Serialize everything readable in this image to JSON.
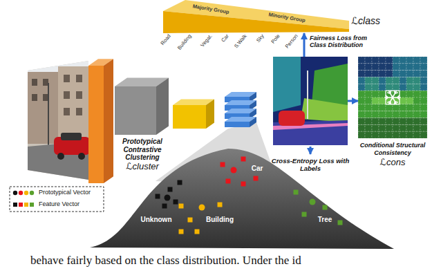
{
  "diagram": {
    "nodes": [
      {
        "text": [
          "Majority Group",
          "Minority Group"
        ]
      },
      {
        "text": [
          "Cross-Entropy Loss with Labels"
        ]
      },
      {
        "text": [
          "Conditional Structural Consistency",
          "ℒcons"
        ]
      },
      {
        "text": [
          "Unknown",
          "Car",
          "Building",
          "Tree"
        ]
      }
    ],
    "edges": [
      {
        "from": 1,
        "to": 0,
        "arrow": "to"
      },
      {
        "from": 1,
        "to": 2,
        "arrow": "to"
      }
    ],
    "labels": [
      "Road",
      "Building",
      "Vegat.",
      "Car",
      "S.Walk",
      "Sky",
      "Pole",
      "Person",
      "ℒclass",
      "Fairness Loss from Class Distribution",
      "Prototypical Contrastive Clustering",
      "ℒcluster",
      "behave fairly based on the class distribution. Under the id"
    ],
    "legend": [
      {
        "text": "Prototypical Vector"
      },
      {
        "text": "Feature Vector"
      }
    ]
  }
}
